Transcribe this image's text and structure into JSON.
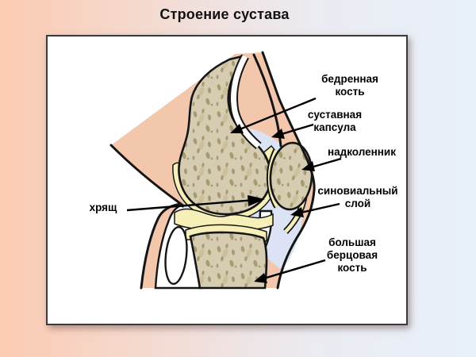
{
  "slide": {
    "title": "Строение сустава"
  },
  "diagram": {
    "description": "knee-joint-anatomy-illustration",
    "labels": {
      "femur": "бедренная\nкость",
      "capsule": "суставная\nкапсула",
      "patella": "надколенник",
      "synovial": "синовиальный\nслой",
      "cartilage": "хрящ",
      "tibia": "большая\nберцовая\nкость"
    }
  },
  "colors": {
    "bg_left": "#FCCBB2",
    "bg_right": "#E8F0FA",
    "box_border": "#3A3A3A",
    "title": "#111111",
    "skin": "#F2C7AC",
    "bone": "#D6CCB2",
    "speckle": "#A79B72",
    "cartilage": "#F6F0B8",
    "synovial": "#DBE3F4",
    "outline": "#151515"
  }
}
